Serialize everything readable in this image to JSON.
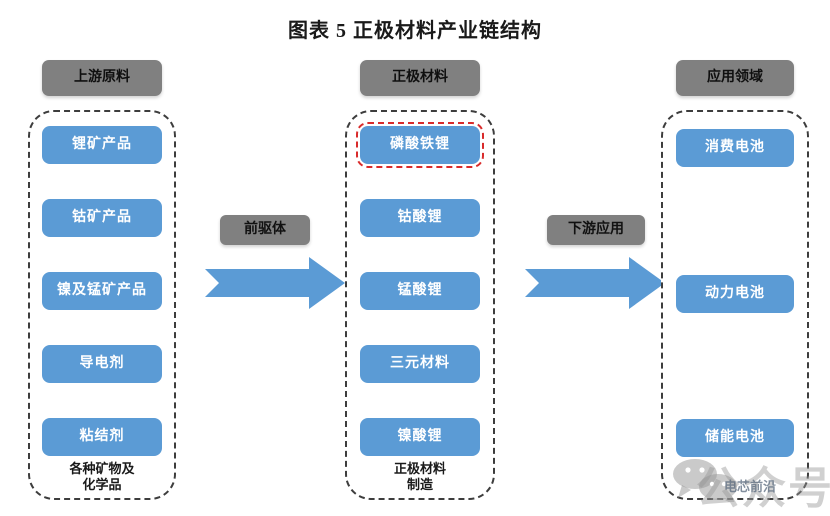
{
  "title": "图表 5  正极材料产业链结构",
  "colors": {
    "item_blue": "#5B9BD5",
    "header_gray": "#808080",
    "arrow_blue": "#5B9BD5",
    "highlight_red": "#D92B2B",
    "container_border": "#3D3D3D",
    "background": "#FFFFFF"
  },
  "columns": [
    {
      "id": "upstream",
      "header": "上游原料",
      "items": [
        {
          "label": "锂矿产品",
          "highlighted": false
        },
        {
          "label": "钴矿产品",
          "highlighted": false
        },
        {
          "label": "镍及锰矿产品",
          "highlighted": false
        },
        {
          "label": "导电剂",
          "highlighted": false
        },
        {
          "label": "粘结剂",
          "highlighted": false
        }
      ],
      "caption_line1": "各种矿物及",
      "caption_line2": "化学品"
    },
    {
      "id": "cathode-materials",
      "header": "正极材料",
      "items": [
        {
          "label": "磷酸铁锂",
          "highlighted": true
        },
        {
          "label": "钴酸锂",
          "highlighted": false
        },
        {
          "label": "锰酸锂",
          "highlighted": false
        },
        {
          "label": "三元材料",
          "highlighted": false
        },
        {
          "label": "镍酸锂",
          "highlighted": false
        }
      ],
      "caption_line1": "正极材料",
      "caption_line2": "制造"
    },
    {
      "id": "applications",
      "header": "应用领域",
      "items": [
        {
          "label": "消费电池",
          "highlighted": false
        },
        {
          "label": "动力电池",
          "highlighted": false
        },
        {
          "label": "储能电池",
          "highlighted": false
        }
      ],
      "caption_line1": "",
      "caption_line2": ""
    }
  ],
  "arrows": [
    {
      "id": "precursor",
      "label": "前驱体"
    },
    {
      "id": "downstream",
      "label": "下游应用"
    }
  ],
  "watermark": {
    "big_text": "公众号",
    "small_text": "电芯前沿",
    "icon": "wechat-icon"
  }
}
